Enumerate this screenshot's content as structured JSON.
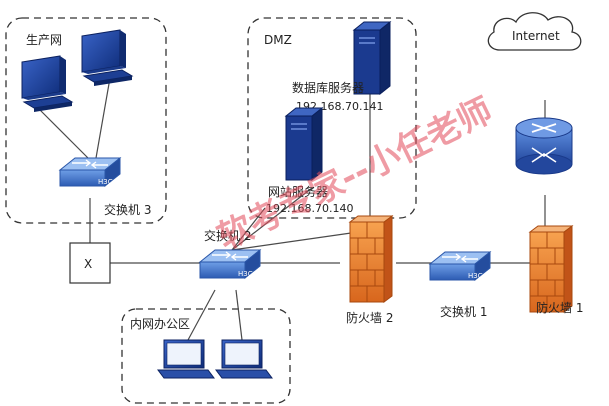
{
  "zones": {
    "production": "生产网",
    "dmz": "DMZ",
    "office": "内网办公区"
  },
  "nodes": {
    "switch3": "交换机 3",
    "switch2": "交换机 2",
    "switch1": "交换机 1",
    "firewall2": "防火墙 2",
    "firewall1": "防火墙 1",
    "x_box": "X",
    "internet": "Internet",
    "db_server": "数据库服务器",
    "db_server_ip": "192.168.70.141",
    "web_server": "网站服务器",
    "web_server_ip": "192.168.70.140",
    "switch_badge": "H3C"
  },
  "watermark": "软考专家--小任老师",
  "colors": {
    "device_blue": "#1f3f98",
    "switch_blue": "#3d6fc8",
    "firewall_orange": "#e8812c",
    "watermark_red": "#e24b5a"
  }
}
